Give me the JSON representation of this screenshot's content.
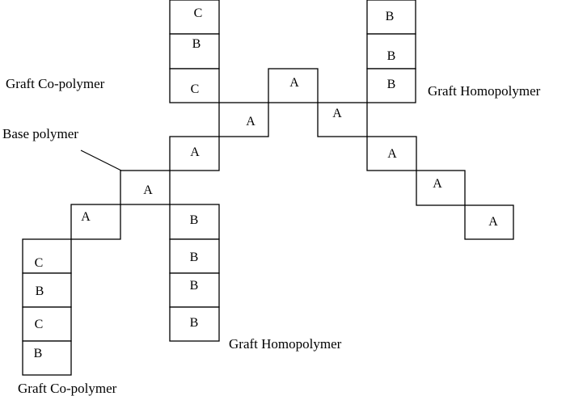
{
  "labels": {
    "graft_copolymer_top": "Graft Co-polymer",
    "graft_homopolymer_top": "Graft Homopolymer",
    "base_polymer": "Base polymer",
    "graft_homopolymer_bottom": "Graft Homopolymer",
    "graft_copolymer_bottom": "Graft Co-polymer"
  },
  "backbone": [
    "A",
    "A",
    "A",
    "A",
    "A",
    "A",
    "A",
    "A",
    "A"
  ],
  "graft_copolymer_top": [
    "C",
    "B",
    "C"
  ],
  "graft_homopolymer_top": [
    "B",
    "B",
    "B"
  ],
  "graft_homopolymer_bottom": [
    "B",
    "B",
    "B",
    "B"
  ],
  "graft_copolymer_bottom": [
    "C",
    "B",
    "C",
    "B"
  ]
}
